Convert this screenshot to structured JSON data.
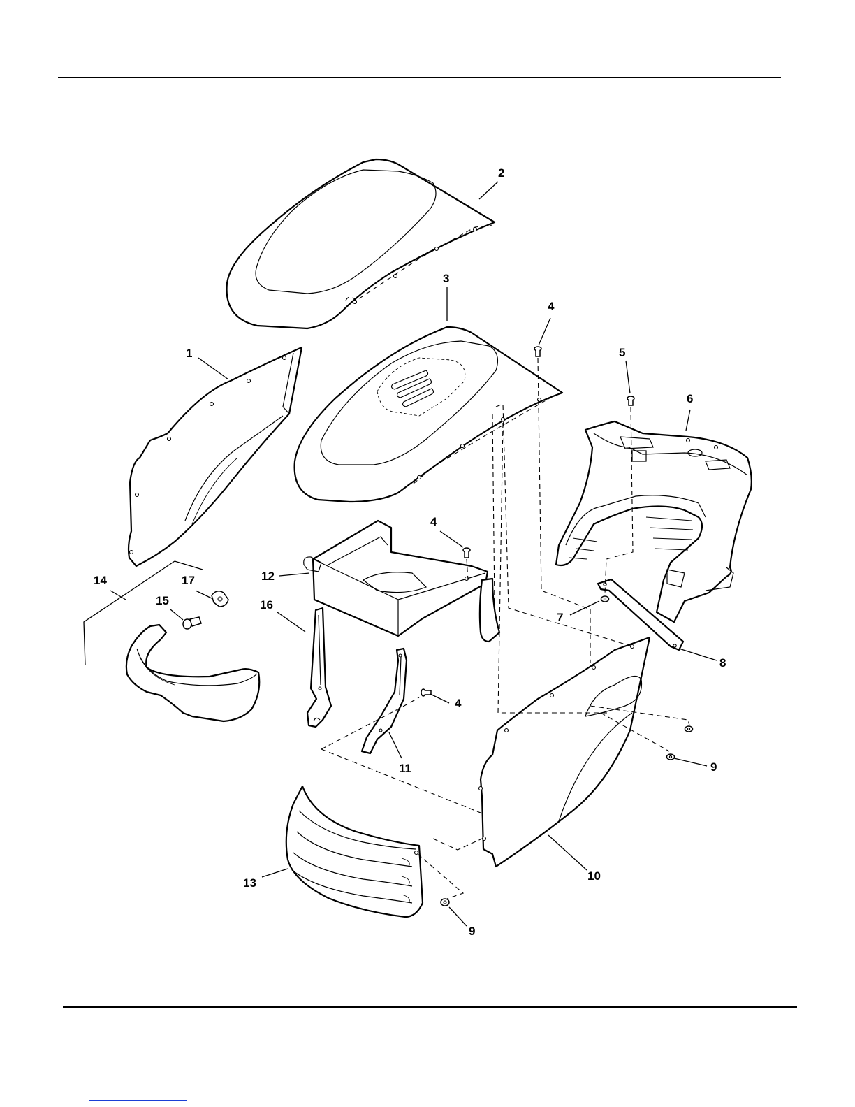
{
  "callouts": [
    {
      "id": "c1",
      "label": "1"
    },
    {
      "id": "c2",
      "label": "2"
    },
    {
      "id": "c3",
      "label": "3"
    },
    {
      "id": "c4a",
      "label": "4"
    },
    {
      "id": "c4b",
      "label": "4"
    },
    {
      "id": "c4c",
      "label": "4"
    },
    {
      "id": "c5",
      "label": "5"
    },
    {
      "id": "c6",
      "label": "6"
    },
    {
      "id": "c7",
      "label": "7"
    },
    {
      "id": "c8",
      "label": "8"
    },
    {
      "id": "c9a",
      "label": "9"
    },
    {
      "id": "c9b",
      "label": "9"
    },
    {
      "id": "c10",
      "label": "10"
    },
    {
      "id": "c11",
      "label": "11"
    },
    {
      "id": "c12",
      "label": "12"
    },
    {
      "id": "c13",
      "label": "13"
    },
    {
      "id": "c14",
      "label": "14"
    },
    {
      "id": "c15",
      "label": "15"
    },
    {
      "id": "c16",
      "label": "16"
    },
    {
      "id": "c17",
      "label": "17"
    }
  ]
}
